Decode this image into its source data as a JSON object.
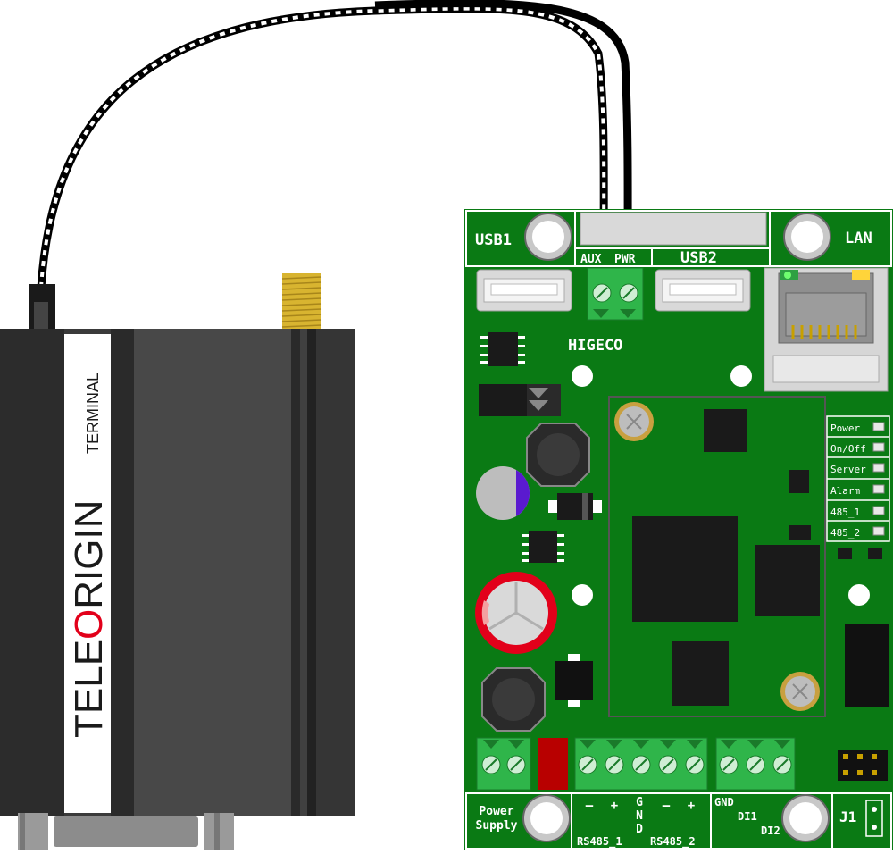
{
  "modem": {
    "brand_prefix": "TELE",
    "brand_o": "O",
    "brand_suffix": "RIGIN",
    "model": "TERMINAL"
  },
  "board": {
    "brand": "HIGECO",
    "usb1": "USB1",
    "usb2": "USB2",
    "lan": "LAN",
    "aux_label": "AUX",
    "pwr_label": "PWR",
    "power_supply_line1": "Power",
    "power_supply_line2": "Supply",
    "rs485_1": "RS485_1",
    "rs485_2": "RS485_2",
    "minus1": "–",
    "plus1": "+",
    "gnd_g": "G",
    "gnd_n": "N",
    "gnd_d": "D",
    "minus2": "–",
    "plus2": "+",
    "gnd": "GND",
    "di1": "DI1",
    "di2": "DI2",
    "j1": "J1",
    "leds": [
      "Power",
      "On/Off",
      "Server",
      "Alarm",
      "485_1",
      "485_2"
    ]
  },
  "colors": {
    "pcb": "#0a7a14",
    "pcb_dark": "#075a0e",
    "terminal": "#2fb54a",
    "modem_body": "#3a3a3a",
    "capacitor_red": "#e2001a",
    "brand_red": "#e2001a"
  }
}
